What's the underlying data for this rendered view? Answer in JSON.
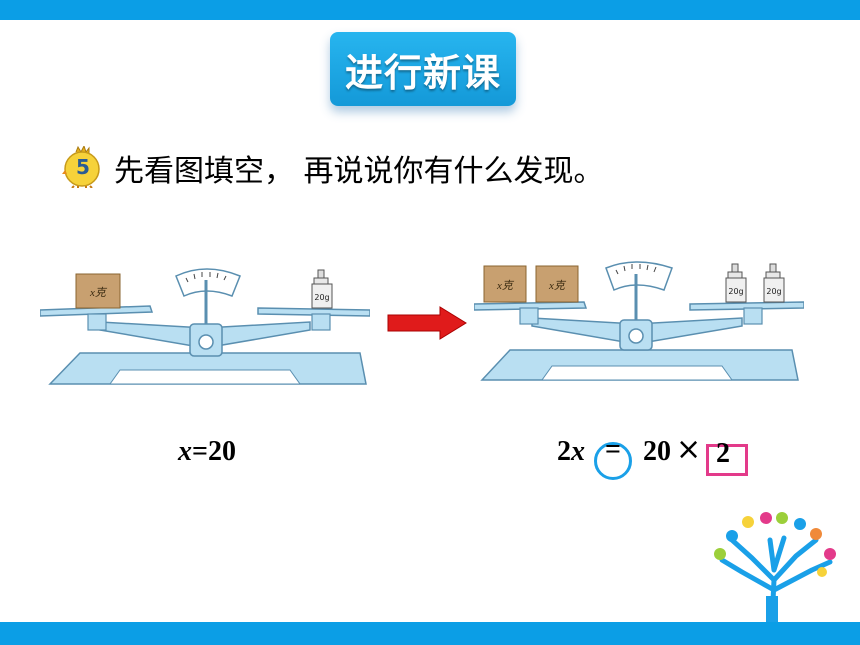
{
  "header": {
    "title": "进行新课"
  },
  "exercise": {
    "number": "5",
    "instruction": "先看图填空， 再说说你有什么发现。"
  },
  "left_scale": {
    "box_label": "x克",
    "weight_label": "20g"
  },
  "right_scale": {
    "box_labels": [
      "x克",
      "x克"
    ],
    "weight_labels": [
      "20g",
      "20g"
    ]
  },
  "equations": {
    "left": {
      "variable": "x",
      "rest": "=20"
    },
    "right": {
      "coef": "2",
      "variable": "x",
      "equals": "=",
      "rhs": "20",
      "times": "×",
      "answer": "2"
    }
  },
  "colors": {
    "top_bar": "#0b9ee6",
    "bottom_bar": "#0b9ee6",
    "badge": "#1ba6e5",
    "arrow": "#e01b1b",
    "circle": "#1aa0e8",
    "answer_box": "#e33a8a",
    "scale_body": "#b9dff2"
  }
}
